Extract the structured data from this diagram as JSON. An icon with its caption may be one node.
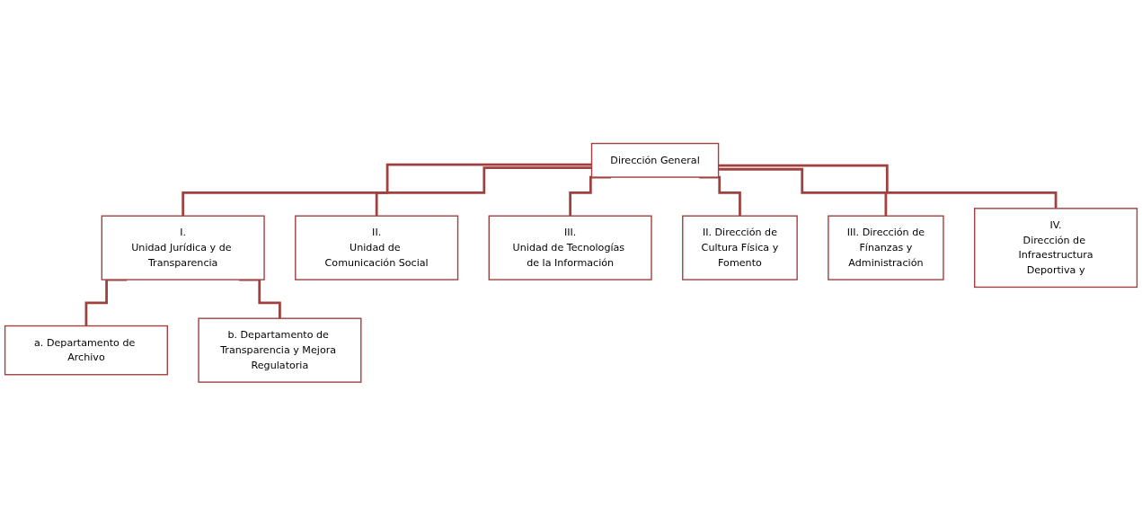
{
  "diagram": {
    "nodes": [
      {
        "text": [
          "Dirección General"
        ]
      },
      {
        "text": [
          "I.",
          "Unidad Jurídica y de Transparencia"
        ]
      },
      {
        "text": [
          "a. Departamento de Archivo"
        ]
      },
      {
        "text": [
          "b. Departamento de Transparencia y Mejora Regulatoria"
        ]
      },
      {
        "text": [
          "II.",
          "Unidad de Comunicación Social"
        ]
      },
      {
        "text": [
          "III.",
          "Unidad de Tecnologías de la Información"
        ]
      },
      {
        "text": [
          "II. Dirección de",
          "Cultura Física y",
          "Fomento"
        ]
      },
      {
        "text": [
          "III. Dirección de",
          "Fínanzas y",
          "Administración"
        ]
      },
      {
        "text": [
          "IV.",
          "Dirección de Infraestructura",
          "Deportiva y"
        ]
      }
    ],
    "edges": [
      {
        "from": 0,
        "to": 1,
        "arrow": "none"
      },
      {
        "from": 0,
        "to": 4,
        "arrow": "none"
      },
      {
        "from": 1,
        "to": 2,
        "arrow": "none"
      },
      {
        "from": 1,
        "to": 3,
        "arrow": "none"
      },
      {
        "from": 0,
        "to": 5,
        "arrow": "none"
      },
      {
        "from": 0,
        "to": 6,
        "arrow": "none"
      },
      {
        "from": 0,
        "to": 7,
        "arrow": "none"
      },
      {
        "from": 0,
        "to": 8,
        "arrow": "none"
      }
    ]
  }
}
